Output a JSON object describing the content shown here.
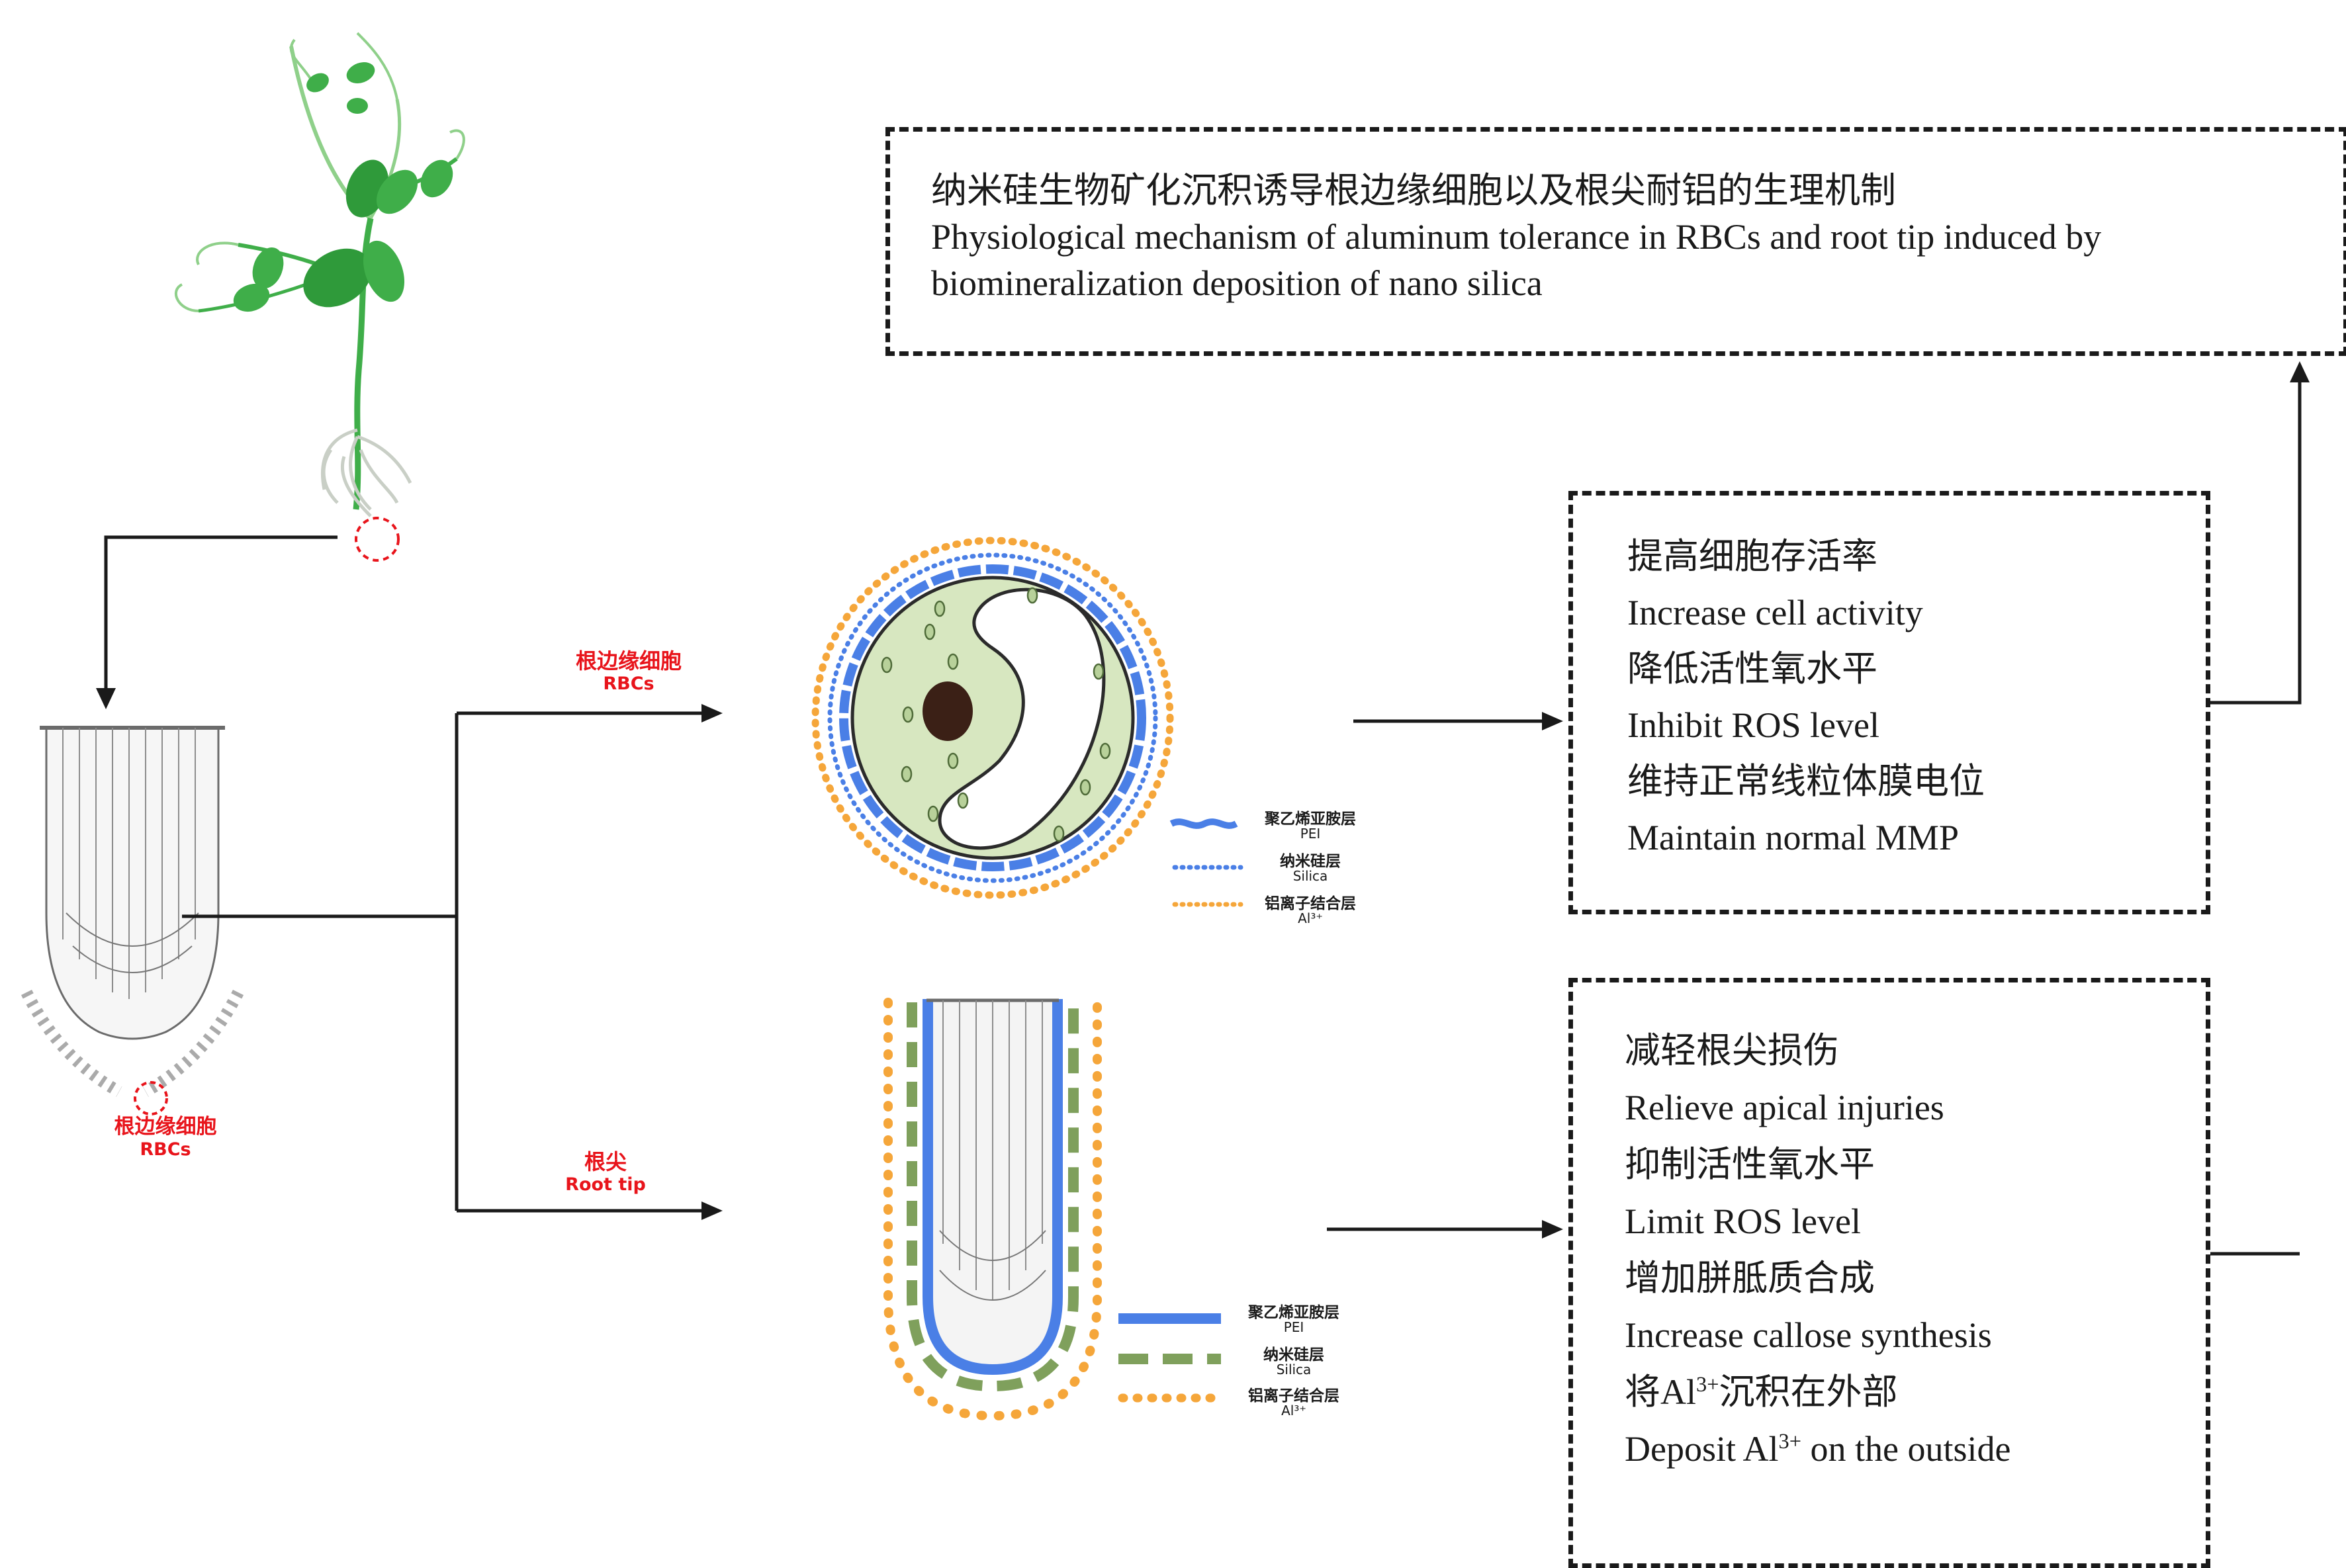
{
  "top_box": {
    "zh": "纳米硅生物矿化沉积诱导根边缘细胞以及根尖耐铝的生理机制",
    "en_line1": "Physiological mechanism of aluminum tolerance in RBCs and root tip induced by",
    "en_line2": "biomineralization deposition of nano silica"
  },
  "rbc_effects": {
    "line1": "提高细胞存活率",
    "line2": "Increase cell activity",
    "line3": "降低活性氧水平",
    "line4": "Inhibit ROS level",
    "line5": "维持正常线粒体膜电位",
    "line6": "Maintain normal MMP"
  },
  "tip_effects": {
    "line1": "减轻根尖损伤",
    "line2": "Relieve apical injuries",
    "line3": "抑制活性氧水平",
    "line4": "Limit ROS level",
    "line5": "增加胼胝质合成",
    "line6": "Increase callose synthesis",
    "line7_pre": "将Al",
    "line7_sup": "3+",
    "line7_post": "沉积在外部",
    "line8_pre": "Deposit Al",
    "line8_sup": "3+",
    "line8_post": " on the outside"
  },
  "labels": {
    "root_rbcs_zh": "根边缘细胞",
    "root_rbcs_en": "RBCs",
    "branch_rbcs_zh": "根边缘细胞",
    "branch_rbcs_en": "RBCs",
    "branch_tip_zh": "根尖",
    "branch_tip_en": "Root tip"
  },
  "legend_cell": {
    "pei_zh": "聚乙烯亚胺层",
    "pei_en": "PEI",
    "silica_zh": "纳米硅层",
    "silica_en": "Silica",
    "al_zh": "铝离子结合层",
    "al_en": "Al³⁺"
  },
  "legend_tip": {
    "pei_zh": "聚乙烯亚胺层",
    "pei_en": "PEI",
    "silica_zh": "纳米硅层",
    "silica_en": "Silica",
    "al_zh": "铝离子结合层",
    "al_en": "Al³⁺"
  },
  "colors": {
    "pei_blue": "#4a7fe6",
    "silica_green": "#7fa05c",
    "al_orange": "#f5a63a",
    "cell_fill": "#d7e7c0",
    "label_red": "#e8141b",
    "plant_green": "#3fae49"
  }
}
